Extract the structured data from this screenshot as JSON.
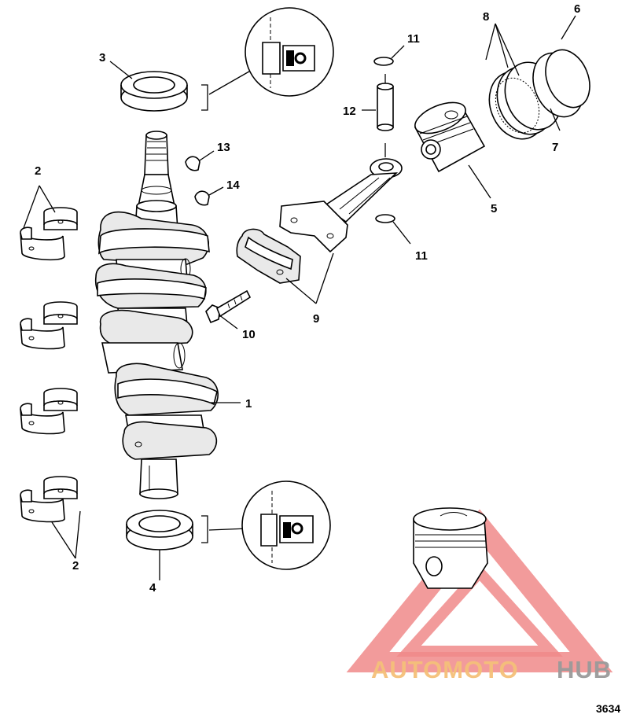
{
  "diagram": {
    "figure_number": "3634",
    "callouts": [
      {
        "id": "c1",
        "label": "1"
      },
      {
        "id": "c2a",
        "label": "2"
      },
      {
        "id": "c2b",
        "label": "2"
      },
      {
        "id": "c3",
        "label": "3"
      },
      {
        "id": "c4",
        "label": "4"
      },
      {
        "id": "c5",
        "label": "5"
      },
      {
        "id": "c6",
        "label": "6"
      },
      {
        "id": "c7",
        "label": "7"
      },
      {
        "id": "c8",
        "label": "8"
      },
      {
        "id": "c9",
        "label": "9"
      },
      {
        "id": "c10",
        "label": "10"
      },
      {
        "id": "c11a",
        "label": "11"
      },
      {
        "id": "c11b",
        "label": "11"
      },
      {
        "id": "c12",
        "label": "12"
      },
      {
        "id": "c13",
        "label": "13"
      },
      {
        "id": "c14",
        "label": "14"
      }
    ]
  },
  "watermark": {
    "word_1": "AUTOMOTO",
    "word_2": "HUB",
    "colors": {
      "triangle": "#f08a8a",
      "word_1": "#f5c07a",
      "word_2": "#9a9a9a"
    }
  }
}
